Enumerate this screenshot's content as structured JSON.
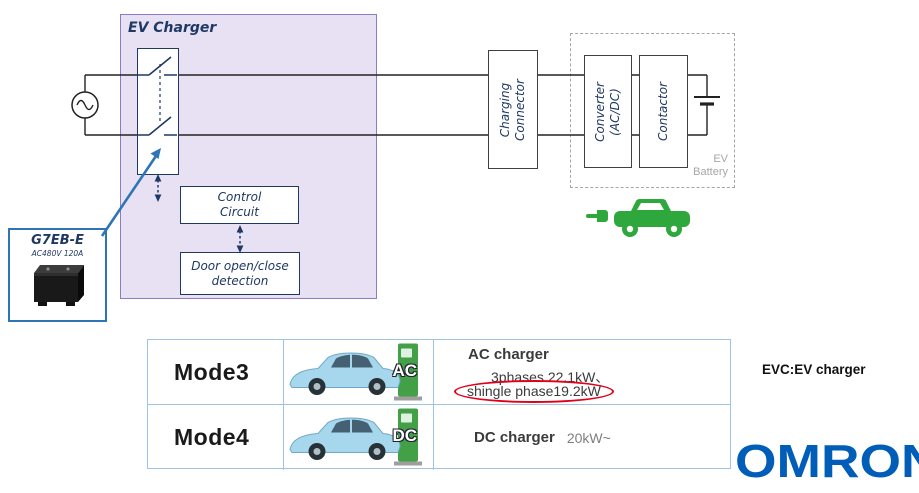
{
  "colors": {
    "navy": "#1F3864",
    "purple_fill": "#E7E1F3",
    "purple_border": "#8E7CC3",
    "callout_blue": "#2E75B6",
    "green": "#2EA73C",
    "table_border": "#9DC3E6",
    "highlight_red": "#E0001A",
    "omron_blue": "#005EB8"
  },
  "circuit": {
    "ev_charger_label": "EV Charger",
    "control_circuit_label": "Control\nCircuit",
    "door_detection_label": "Door open/close\ndetection",
    "charging_connector_label": "Charging\nConnector",
    "converter_label": "Converter\n(AC/DC)",
    "contactor_label": "Contactor",
    "ev_battery_label": "EV\nBattery",
    "relay_callout": {
      "title": "G7EB-E",
      "subtitle": "AC480V 120A"
    }
  },
  "table": {
    "rows": [
      {
        "mode": "Mode3",
        "badge": "AC",
        "charger_title": "AC charger",
        "detail_line1": "3phases 22.1kW、",
        "detail_line2": "shingle phase19.2kW"
      },
      {
        "mode": "Mode4",
        "badge": "DC",
        "charger_title": "DC charger",
        "detail": "20kW~"
      }
    ]
  },
  "footer": {
    "note": "EVC:EV charger",
    "brand": "OMRON"
  }
}
